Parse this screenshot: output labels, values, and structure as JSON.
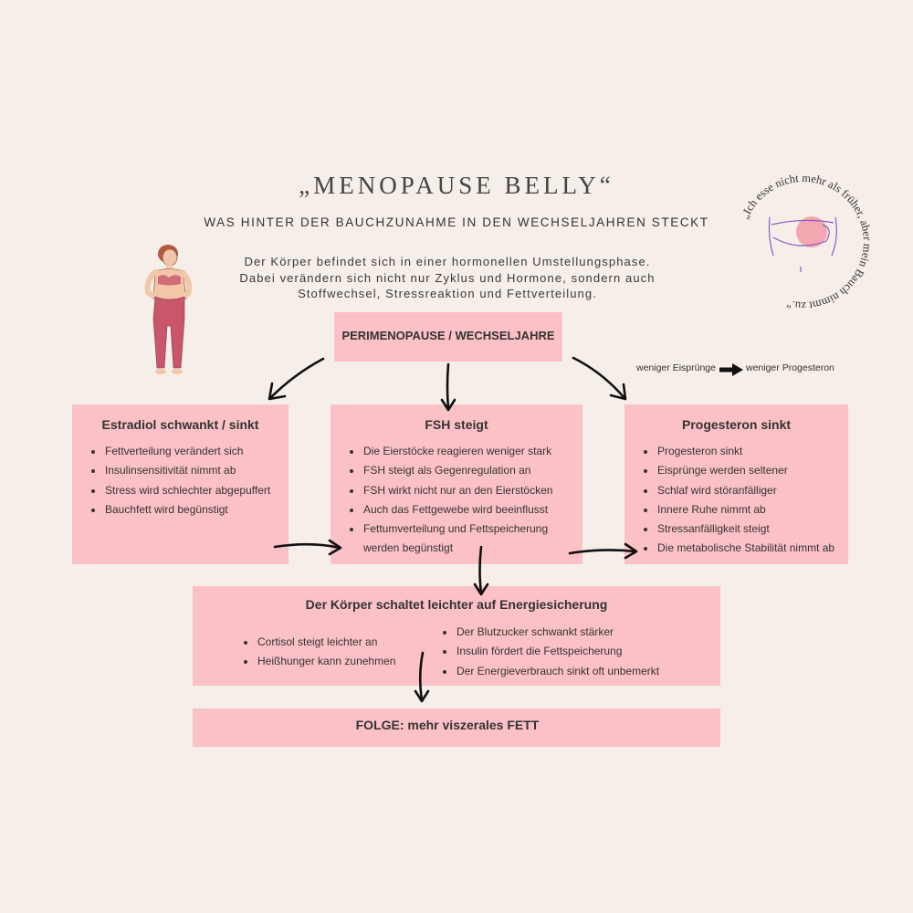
{
  "header": {
    "title": "„MENOPAUSE BELLY“",
    "subtitle": "WAS HINTER DER BAUCHZUNAHME IN DEN WECHSELJAHREN STECKT",
    "intro_lines": [
      "Der Körper befindet sich in einer hormonellen Umstellungsphase.",
      "Dabei verändern sich nicht nur Zyklus und Hormone, sondern auch",
      "Stoffwechsel, Stressreaktion und Fettverteilung."
    ]
  },
  "badge": {
    "quote": "„Ich esse nicht mehr als früher, aber mein Bauch nimmt zu.“"
  },
  "top_box": {
    "label": "PERIMENOPAUSE / WECHSELJAHRE"
  },
  "side_note": {
    "left": "weniger Eisprünge",
    "right": "weniger Progesteron"
  },
  "boxes": [
    {
      "title": "Estradiol schwankt / sinkt",
      "items": [
        "Fettverteilung verändert sich",
        "Insulinsensitivität nimmt ab",
        "Stress wird schlechter abgepuffert",
        "Bauchfett wird begünstigt"
      ]
    },
    {
      "title": "FSH steigt",
      "items": [
        "Die Eierstöcke reagieren weniger stark",
        "FSH steigt als Gegenregulation an",
        "FSH wirkt nicht nur an den Eierstöcken",
        "Auch das Fettgewebe wird beeinflusst",
        "Fettumverteilung und Fettspeicherung werden begünstigt"
      ]
    },
    {
      "title": "Progesteron sinkt",
      "items": [
        "Progesteron sinkt",
        "Eisprünge werden seltener",
        "Schlaf wird störanfälliger",
        "Innere Ruhe nimmt ab",
        "Stressanfälligkeit steigt",
        "Die metabolische Stabilität nimmt ab"
      ]
    }
  ],
  "energy_box": {
    "title": "Der Körper schaltet leichter auf Energiesicherung",
    "left_items": [
      "Cortisol steigt leichter an",
      "Heißhunger kann zunehmen"
    ],
    "right_items": [
      "Der Blutzucker schwankt stärker",
      "Insulin fördert die Fettspeicherung",
      "Der Energieverbrauch sinkt oft unbemerkt"
    ]
  },
  "result_box": {
    "label": "FOLGE: mehr viszerales FETT"
  },
  "colors": {
    "background": "#f5eee9",
    "box": "#fcc1c6",
    "accent": "#f29aa6",
    "line_art": "#8a5cc4",
    "arrow": "#111111"
  }
}
